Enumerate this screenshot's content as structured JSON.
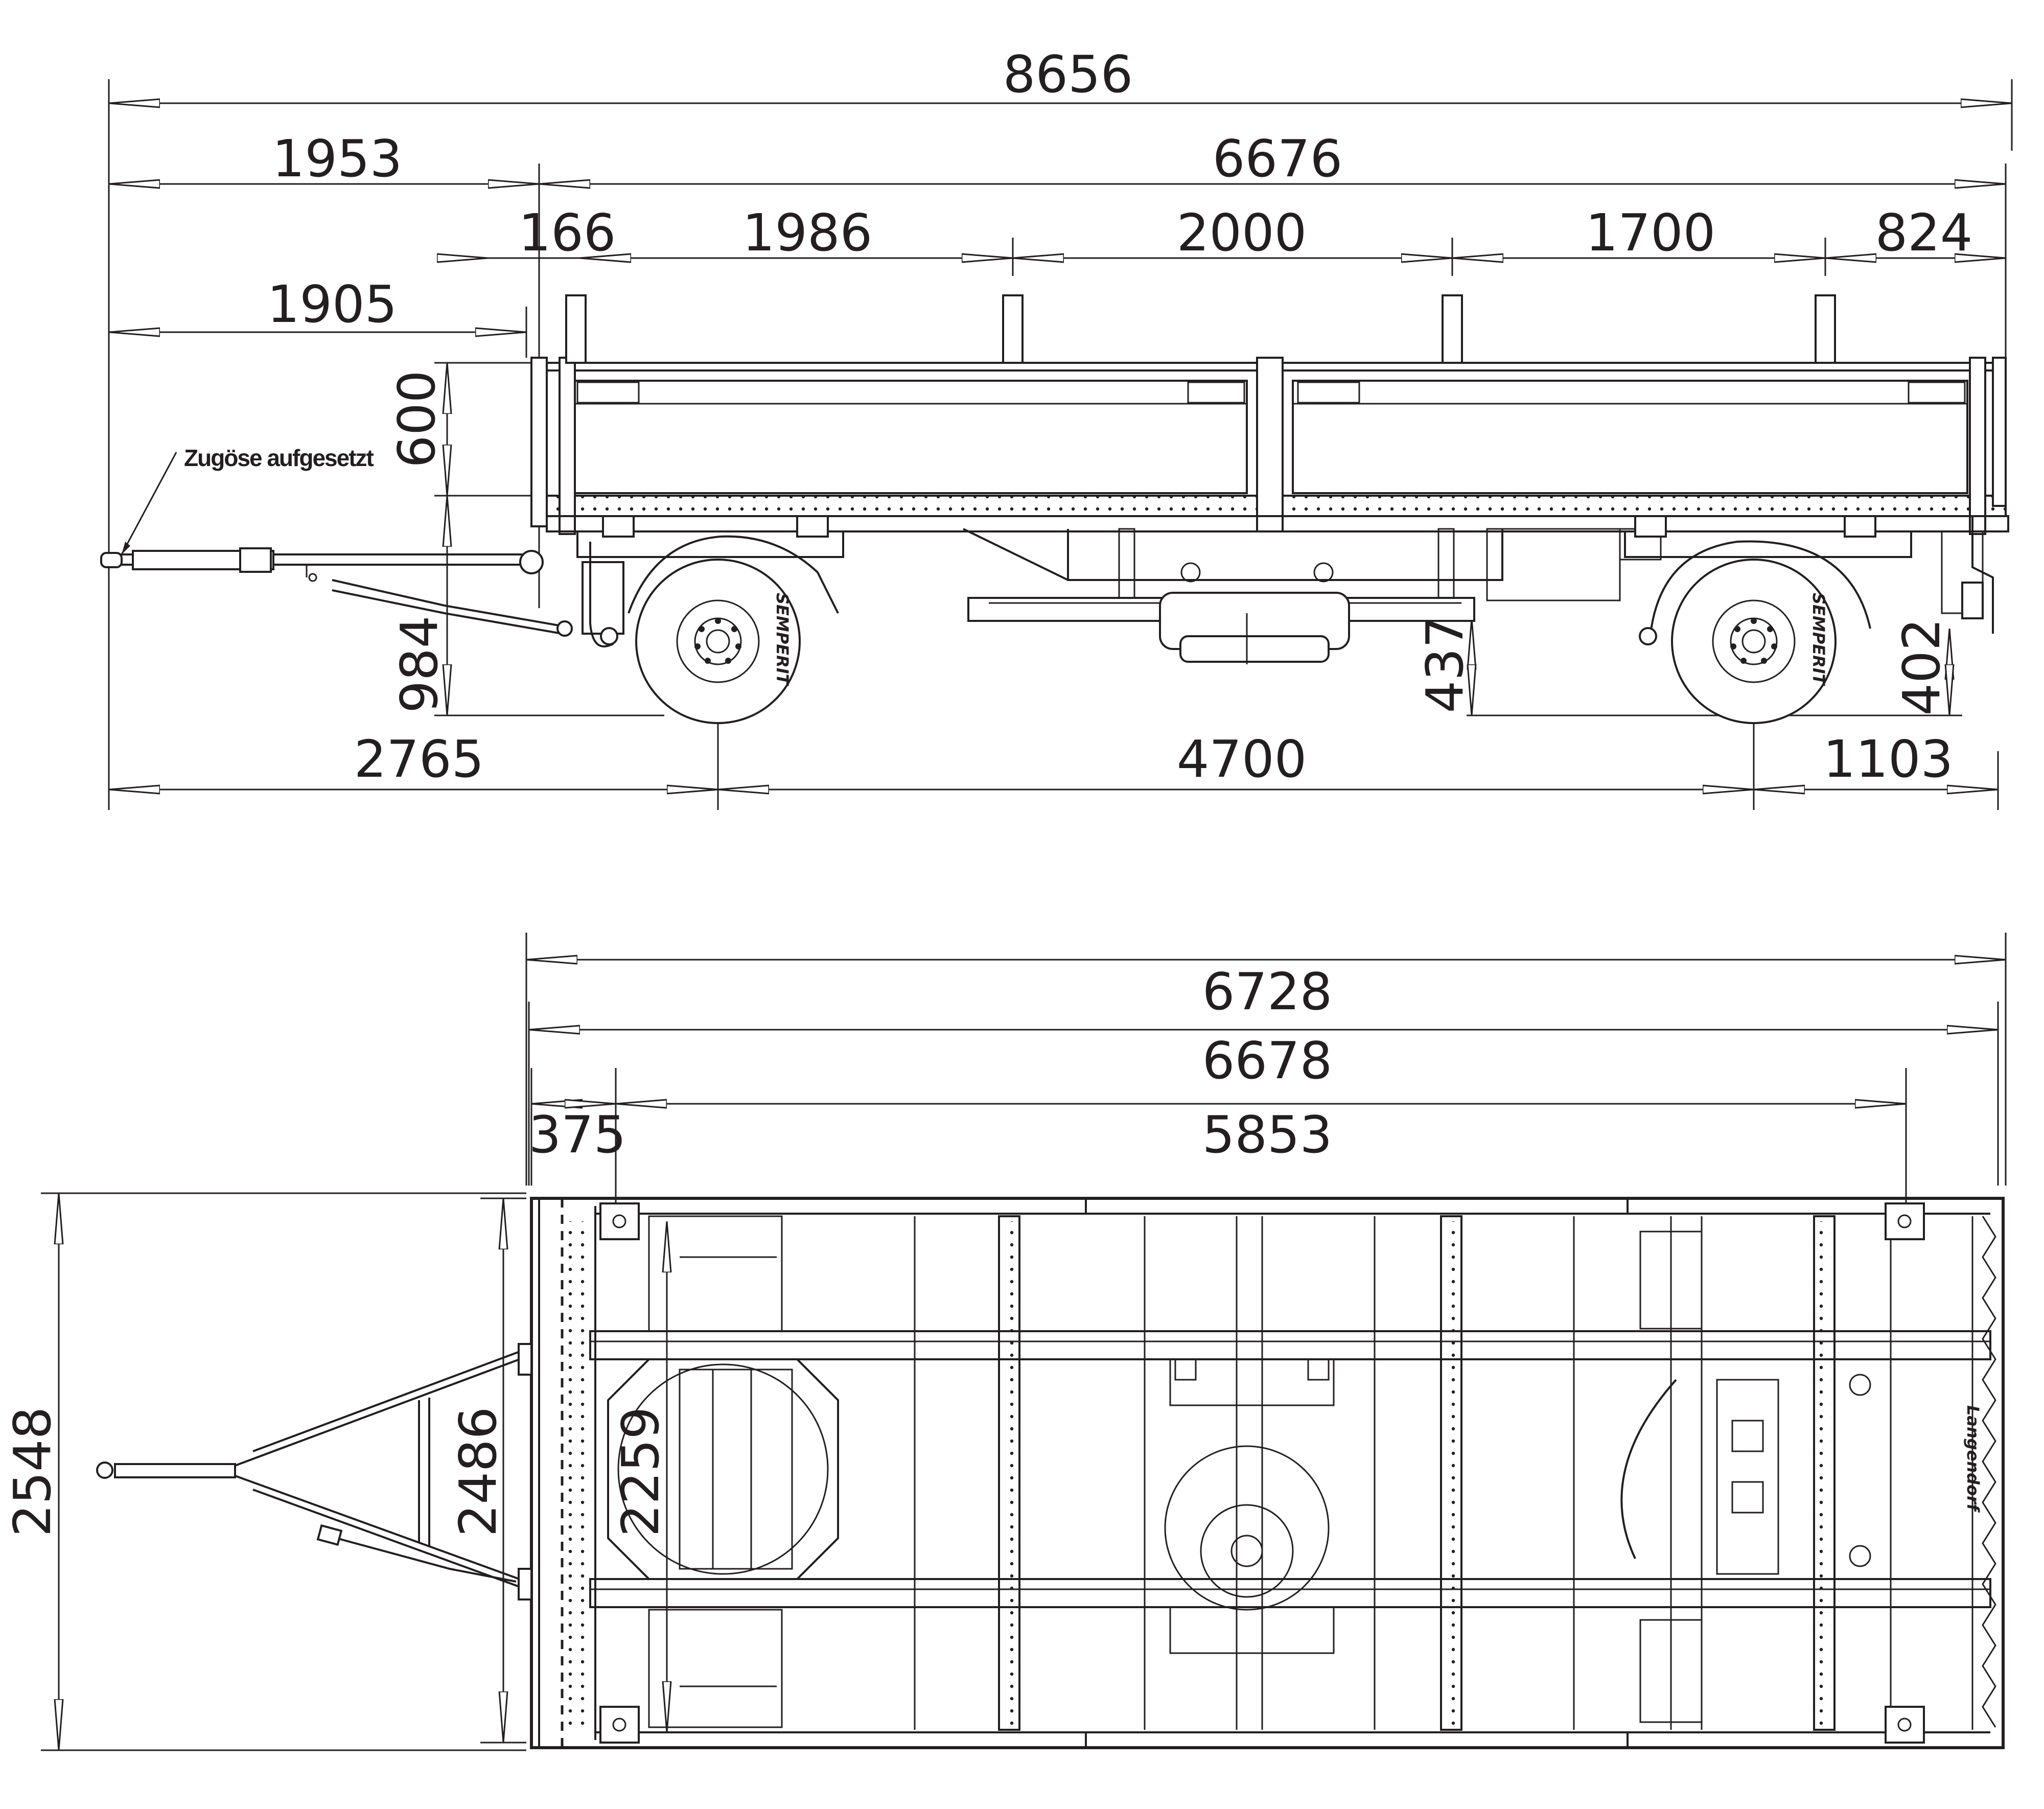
{
  "side_view": {
    "dims": {
      "overall_length": "8656",
      "drawbar_to_body": "1953",
      "body_length": "6676",
      "front_overhang_small": "166",
      "stake_1": "1986",
      "stake_2": "2000",
      "stake_3": "1700",
      "rear_stake": "824",
      "drawbar_length": "1905",
      "side_height": "600",
      "floor_height": "984",
      "tank_clearance": "437",
      "rear_clearance": "402",
      "eye_to_front_axle": "2765",
      "wheelbase": "4700",
      "rear_overhang": "1103"
    },
    "note": "Zugöse aufgesetzt",
    "tire_brand": "SEMPERIT"
  },
  "top_view": {
    "dims": {
      "length_total": "6728",
      "length_frame": "6678",
      "front_offset": "375",
      "length_between_eyes": "5853",
      "width_total": "2548",
      "width_body": "2486",
      "turntable_diameter": "2259"
    },
    "brand_mark": "Langendorf"
  }
}
